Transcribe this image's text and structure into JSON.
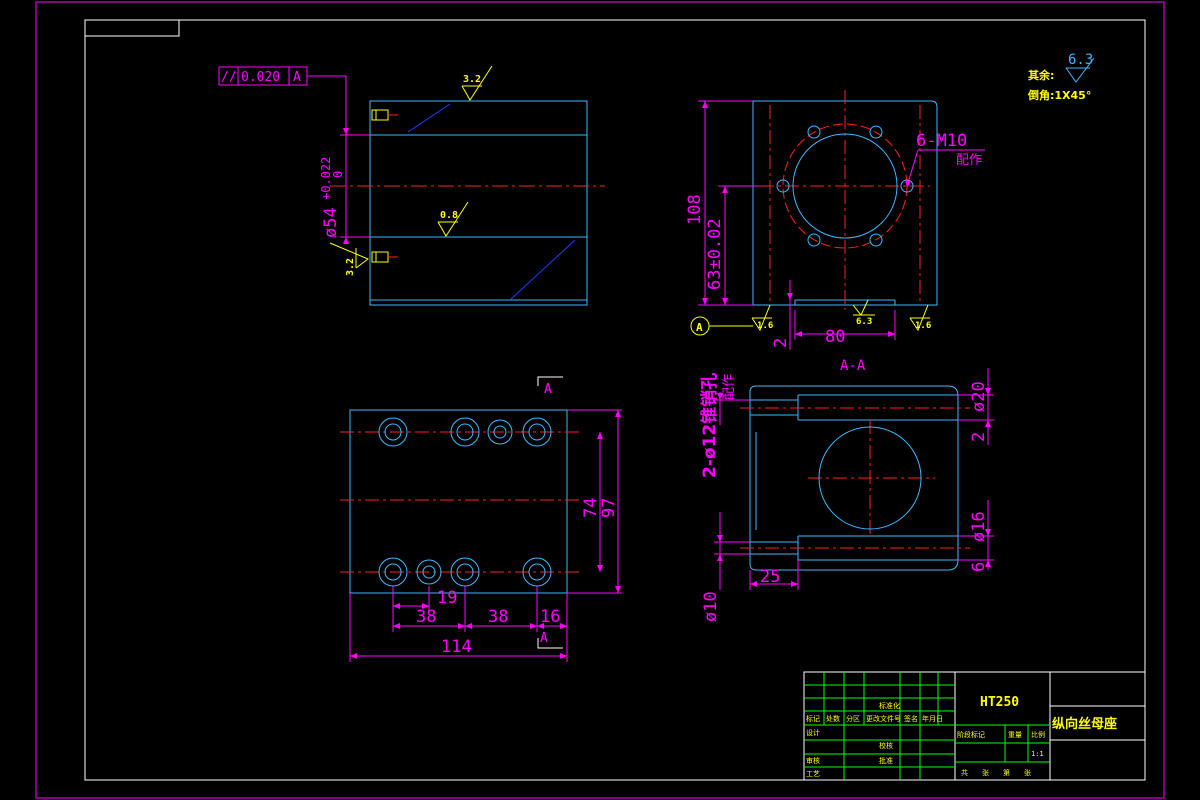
{
  "colors": {
    "background": "#000000",
    "frame": "#ff00ff",
    "outline": "#3db8ff",
    "dimension": "#ff00ff",
    "centerline": "#ff2020",
    "roughness": "#ffff00",
    "hidden_line": "#1f3cff",
    "table_line": "#00ff00",
    "table_text": "#ffff00",
    "white": "#ffffff"
  },
  "tolerance_frame": {
    "symbol": "//",
    "value": "0.020",
    "datum": "A"
  },
  "roughness": {
    "front_top": "3.2",
    "front_mid": "0.8",
    "front_left": "3.2",
    "side_left": "1.6",
    "side_mid": "6.3",
    "side_right": "1.6",
    "general_value": "6.3",
    "general_label": "其余:",
    "chamfer_label": "倒角:1X45°"
  },
  "dims": {
    "dia54": "ø54",
    "dia54_tol": "+0.022",
    "dia54_tol_low": "0",
    "h108": "108",
    "h63": "63±0.02",
    "w80": "80",
    "d2": "2",
    "m10": "6-M10",
    "m10_note": "配作",
    "d74": "74",
    "d97": "97",
    "d19": "19",
    "d38a": "38",
    "d38b": "38",
    "d16": "16",
    "d114": "114",
    "pin": "2-ø12锥销孔",
    "pin_note": "配作",
    "d20": "ø20",
    "d2b": "2",
    "d16b": "ø16",
    "d6": "6",
    "d25": "25",
    "d10": "ø10"
  },
  "section": {
    "label": "A-A",
    "datum_circle": "A",
    "view_a_top": "A",
    "view_a_bottom": "A"
  },
  "title_block": {
    "material": "HT250",
    "part_name": "纵向丝母座",
    "scale": "1:1",
    "h_mark": "标记",
    "h_count": "处数",
    "h_zone": "分区",
    "h_docno": "更改文件号",
    "h_sign": "签名",
    "h_date": "年月日",
    "std": "标准化",
    "design": "设计",
    "check": "审核",
    "process": "工艺",
    "proof": "校核",
    "approve": "批准",
    "stage_mark": "阶段标记",
    "weight": "重量",
    "ratio": "比例",
    "total": "共",
    "sheets": "张",
    "page": "第",
    "sheet": "张"
  }
}
